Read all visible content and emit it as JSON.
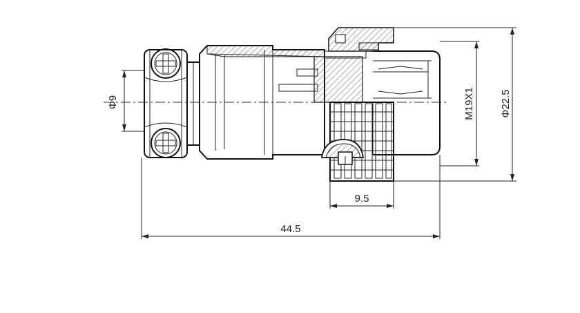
{
  "colors": {
    "line": "#111111",
    "background": "#ffffff"
  },
  "dimensions": {
    "overall_length": "44.5",
    "knurl_length": "9.5",
    "cable_diameter": "Φ9",
    "outer_diameter": "Φ22.5",
    "thread": "M19X1"
  }
}
